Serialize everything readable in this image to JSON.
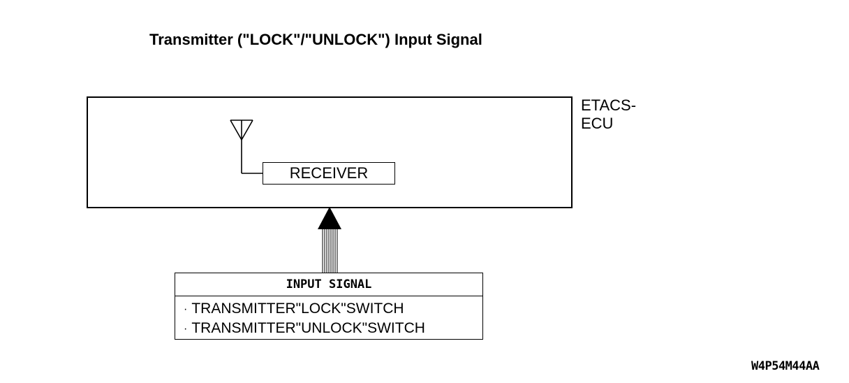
{
  "title": "Transmitter (\"LOCK\"/\"UNLOCK\") Input Signal",
  "ecu": {
    "label_line1": "ETACS-",
    "label_line2": "ECU"
  },
  "receiver": {
    "label": "RECEIVER"
  },
  "input_signal": {
    "header": "INPUT SIGNAL",
    "bullet": "·",
    "items": [
      "TRANSMITTER\"LOCK\"SWITCH",
      "TRANSMITTER\"UNLOCK\"SWITCH"
    ]
  },
  "figure_code": "W4P54M44AA",
  "icons": {
    "antenna": "antenna-icon",
    "arrow": "signal-arrow"
  }
}
